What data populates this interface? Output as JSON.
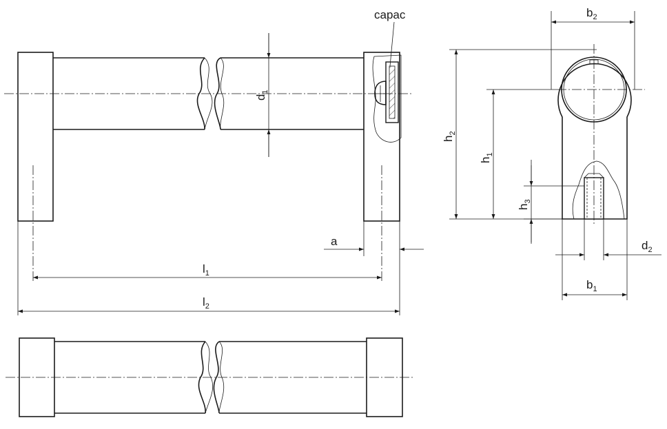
{
  "callout": {
    "capac": "capac"
  },
  "dimensions": {
    "d": {
      "letter": "d",
      "sub": "1"
    },
    "a": {
      "letter": "a"
    },
    "l1": {
      "letter": "l",
      "sub": "1"
    },
    "l2": {
      "letter": "l",
      "sub": "2"
    },
    "b2": {
      "letter": "b",
      "sub": "2"
    },
    "h2": {
      "letter": "h",
      "sub": "2"
    },
    "h1": {
      "letter": "h",
      "sub": "1"
    },
    "h3": {
      "letter": "h",
      "sub": "3"
    },
    "d2": {
      "letter": "d",
      "sub": "2"
    },
    "b1": {
      "letter": "b",
      "sub": "1"
    }
  }
}
